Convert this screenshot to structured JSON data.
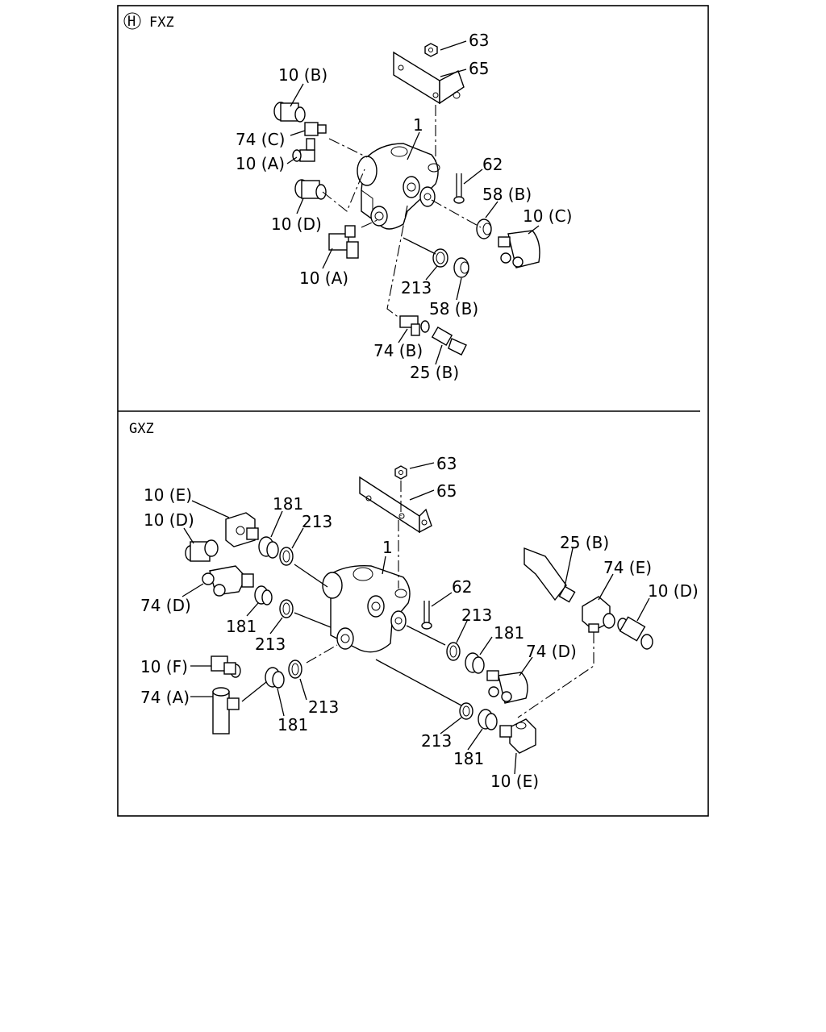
{
  "sections": {
    "top": {
      "marker": "H",
      "title": "FXZ"
    },
    "bottom": {
      "title": "GXZ"
    }
  },
  "labels": {
    "t63": "63",
    "t65": "65",
    "t1": "1",
    "t10B": "10 (B)",
    "t74C": "74 (C)",
    "t10A1": "10 (A)",
    "t10D": "10 (D)",
    "t62": "62",
    "t58B1": "58 (B)",
    "t10C": "10 (C)",
    "t10A2": "10 (A)",
    "t213": "213",
    "t58B2": "58 (B)",
    "t74B": "74 (B)",
    "t25B": "25 (B)",
    "b63": "63",
    "b65": "65",
    "b1": "1",
    "b10E1": "10 (E)",
    "b181a": "181",
    "b213a": "213",
    "b10D1": "10 (D)",
    "b74D1": "74 (D)",
    "b181b": "181",
    "b213b": "213",
    "b62": "62",
    "b25B": "25 (B)",
    "b74E": "74 (E)",
    "b10D2": "10 (D)",
    "b213c": "213",
    "b181c": "181",
    "b74D2": "74 (D)",
    "b10F": "10 (F)",
    "b74A": "74 (A)",
    "b213d": "213",
    "b181d": "181",
    "b213e": "213",
    "b181e": "181",
    "b10E2": "10 (E)"
  }
}
